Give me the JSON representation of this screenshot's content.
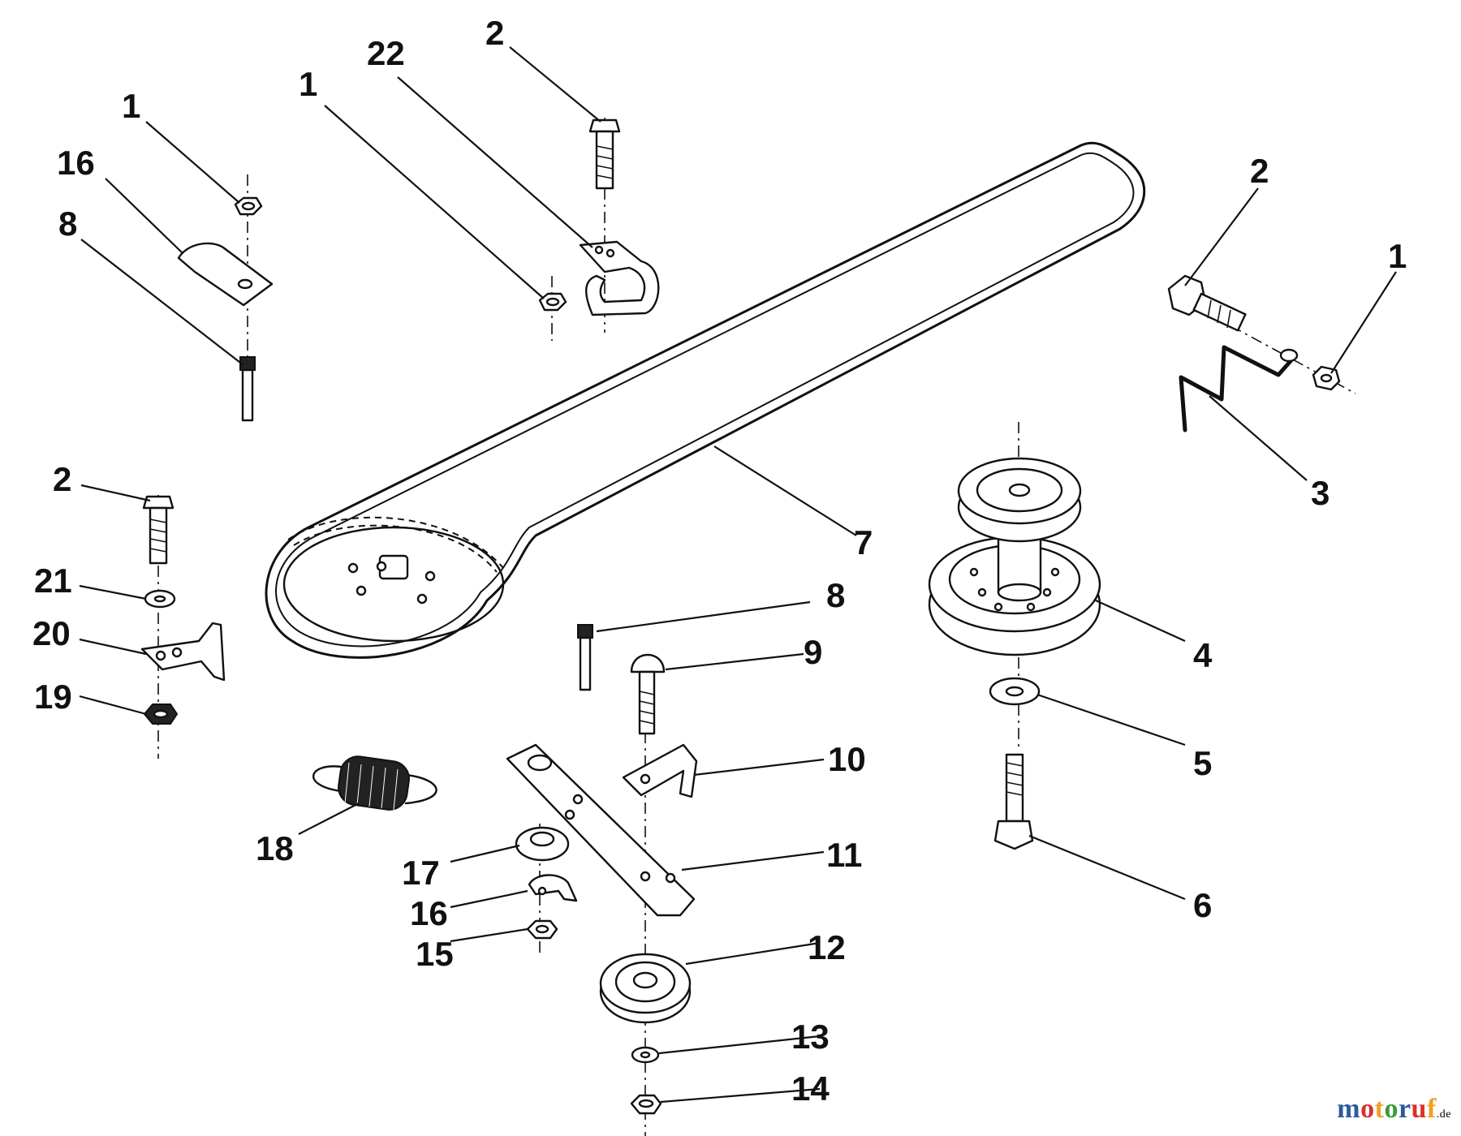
{
  "diagram": {
    "callouts": [
      "1",
      "16",
      "8",
      "22",
      "1",
      "2",
      "2",
      "1",
      "3",
      "7",
      "2",
      "21",
      "20",
      "19",
      "8",
      "9",
      "4",
      "5",
      "10",
      "11",
      "18",
      "17",
      "16",
      "15",
      "6",
      "12",
      "13",
      "14"
    ]
  },
  "watermark": {
    "letters": [
      "m",
      "o",
      "t",
      "o",
      "r",
      "u",
      "f"
    ],
    "letter_colors": [
      "#2c5aa0",
      "#d9312c",
      "#f0a020",
      "#3a9a3a",
      "#2c5aa0",
      "#d9312c",
      "#f0a020"
    ],
    "suffix": ".de"
  }
}
